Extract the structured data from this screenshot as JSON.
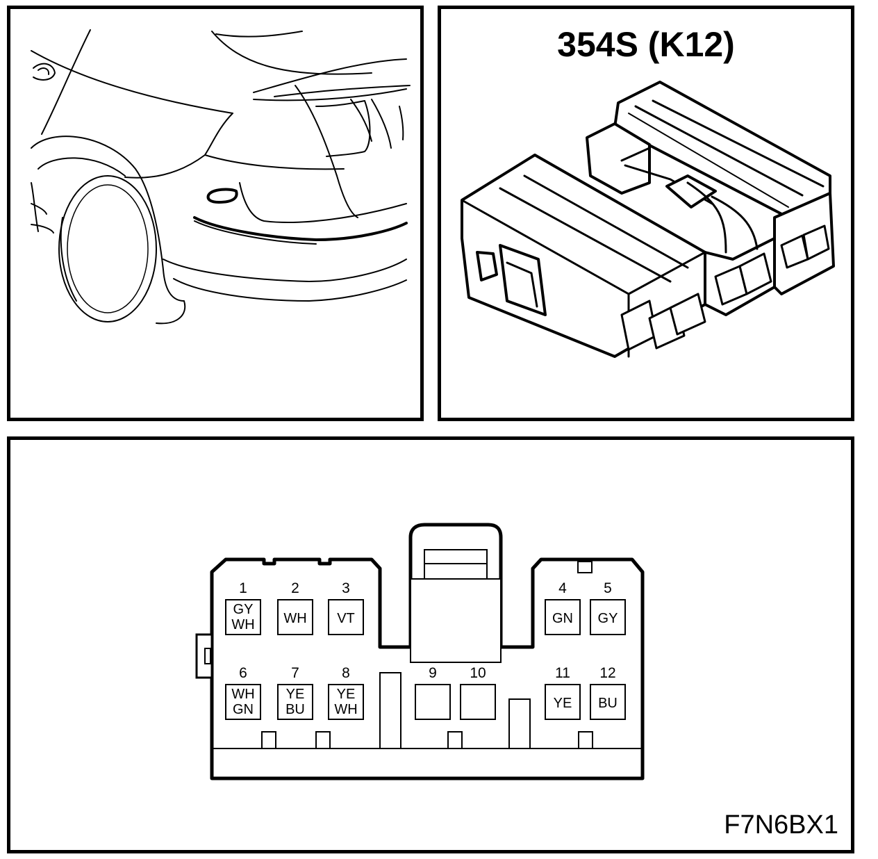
{
  "connector": {
    "title": "354S (K12)"
  },
  "figure_code": "F7N6BX1",
  "pins": [
    {
      "number": "1",
      "colors": [
        "GY",
        "WH"
      ]
    },
    {
      "number": "2",
      "colors": [
        "WH"
      ]
    },
    {
      "number": "3",
      "colors": [
        "VT"
      ]
    },
    {
      "number": "4",
      "colors": [
        "GN"
      ]
    },
    {
      "number": "5",
      "colors": [
        "GY"
      ]
    },
    {
      "number": "6",
      "colors": [
        "WH",
        "GN"
      ]
    },
    {
      "number": "7",
      "colors": [
        "YE",
        "BU"
      ]
    },
    {
      "number": "8",
      "colors": [
        "YE",
        "WH"
      ]
    },
    {
      "number": "9",
      "colors": []
    },
    {
      "number": "10",
      "colors": []
    },
    {
      "number": "11",
      "colors": [
        "YE"
      ]
    },
    {
      "number": "12",
      "colors": [
        "BU"
      ]
    }
  ]
}
